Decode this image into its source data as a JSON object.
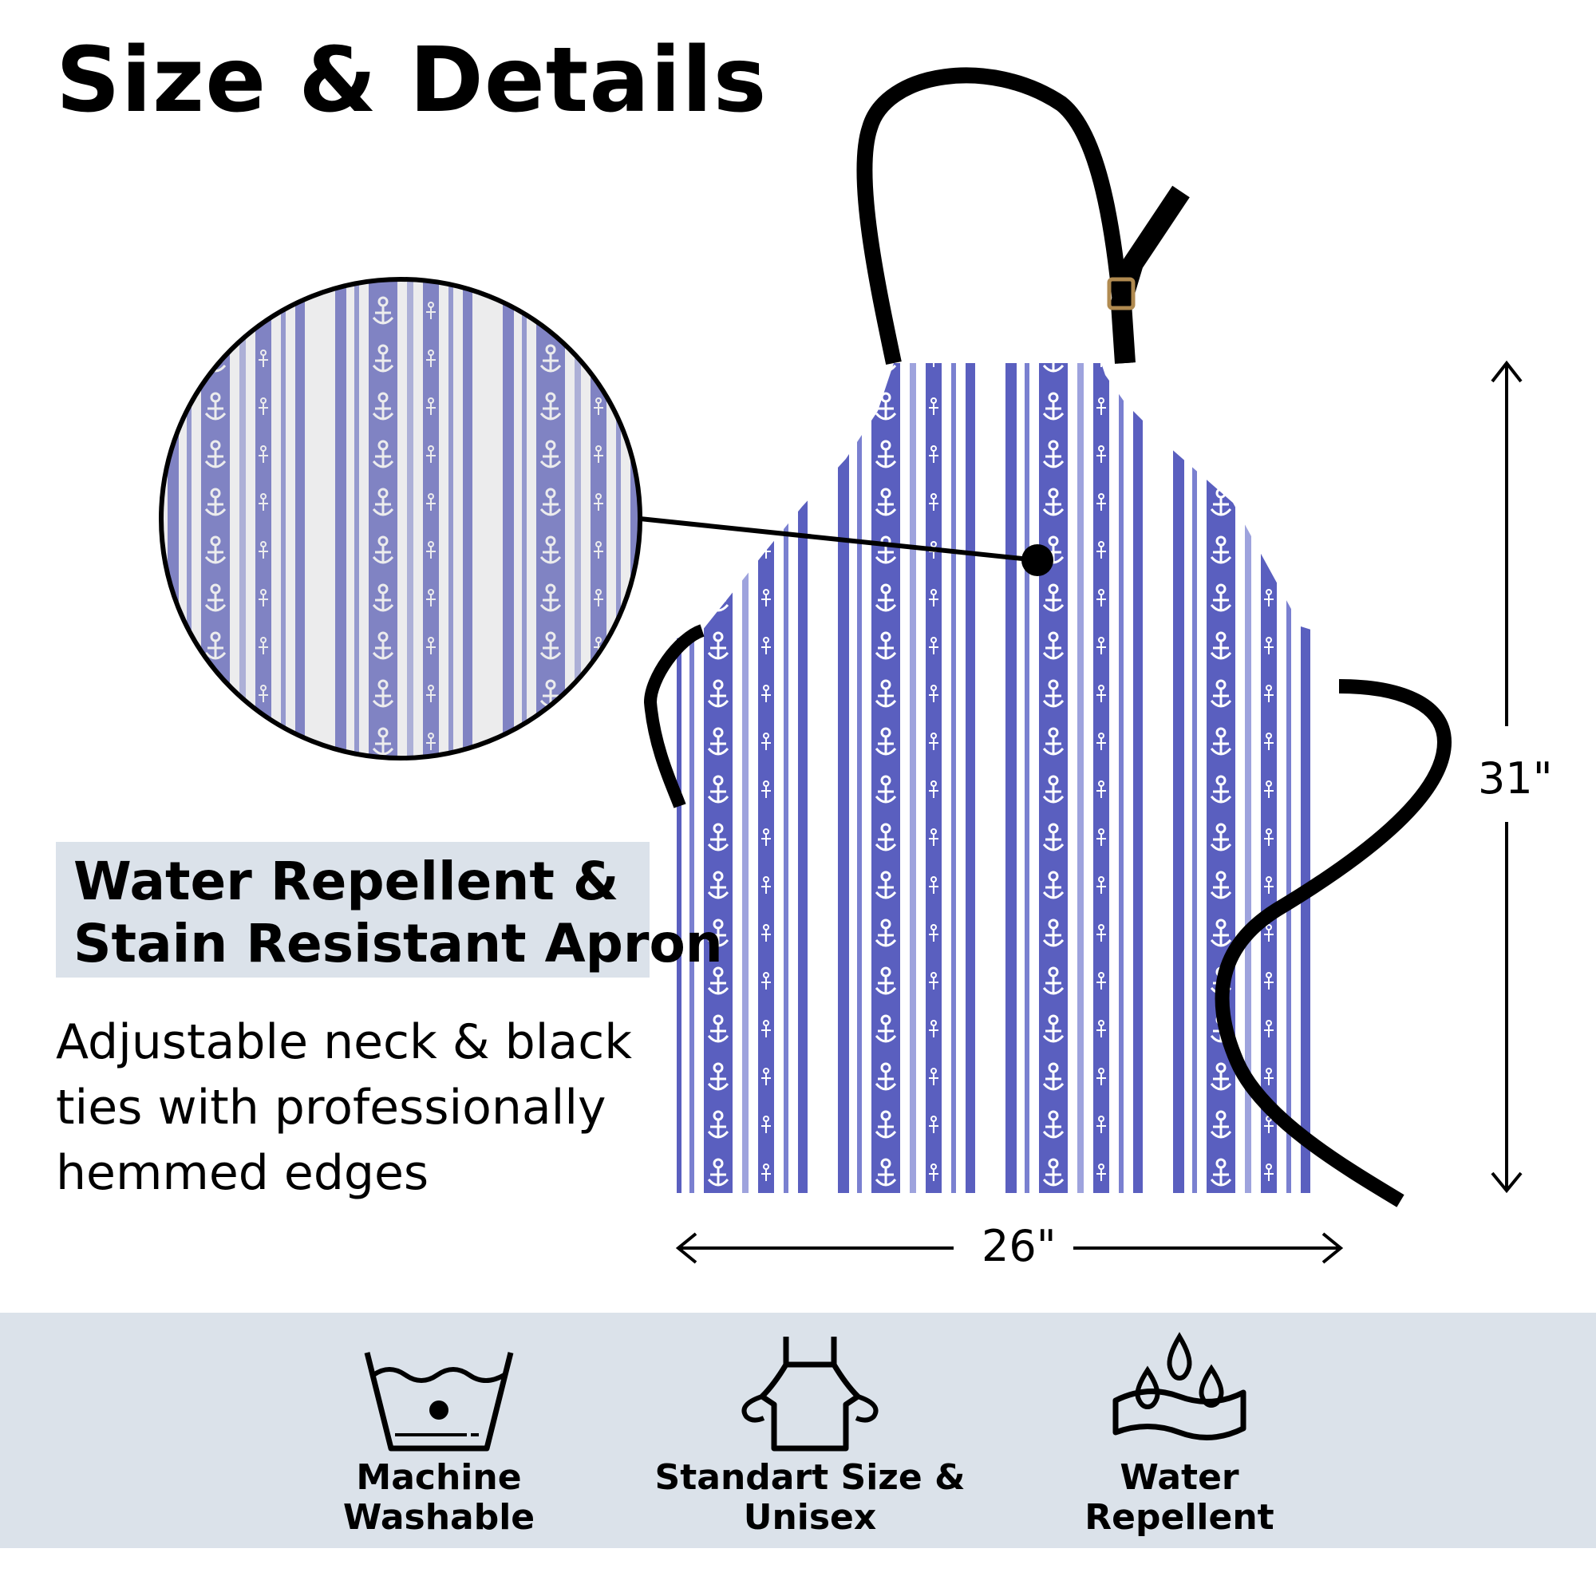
{
  "title": "Size & Details",
  "feature": {
    "line1": "Water Repellent &",
    "line2": "Stain Resistant Apron"
  },
  "description": {
    "line1": "Adjustable neck & black",
    "line2": "ties with professionally",
    "line3": "hemmed edges"
  },
  "dimensions": {
    "height": "31\"",
    "width": "26\""
  },
  "colors": {
    "band": "#dbe2ea",
    "stripe_dark": "#5a5fbf",
    "stripe_light": "#9ea3dd",
    "strap": "#000000"
  },
  "icons": [
    {
      "name": "machine-wash-icon",
      "label1": "Machine",
      "label2": "Washable"
    },
    {
      "name": "apron-icon",
      "label1": "Standart Size &",
      "label2": "Unisex"
    },
    {
      "name": "water-drops-icon",
      "label1": "Water",
      "label2": "Repellent"
    }
  ]
}
